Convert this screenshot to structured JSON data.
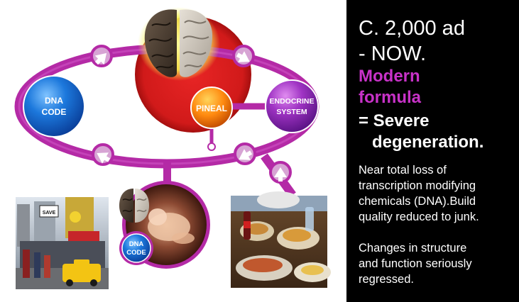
{
  "panel": {
    "period_line1": "C. 2,000 ad",
    "period_line2": "- NOW.",
    "formula_line1": "Modern",
    "formula_line2": "formula",
    "result_line1": "= Severe",
    "result_line2": "degeneration.",
    "body1_lines": [
      "Near total loss of",
      "transcription modifying",
      "chemicals (DNA).Build",
      "quality reduced to junk."
    ],
    "body2_lines": [
      "Changes in structure",
      "and function seriously",
      "regressed."
    ]
  },
  "diagram": {
    "dna_code_line1": "DNA",
    "dna_code_line2": "CODE",
    "pineal": "PINEAL",
    "endocrine_line1": "ENDOCRINE",
    "endocrine_line2": "SYSTEM",
    "small_dna_line1": "DNA",
    "small_dna_line2": "CODE",
    "street_sign": "SAVE",
    "colors": {
      "ring": "#b42aa6",
      "brain_glow": "#dd1a1a",
      "dna_node": "#1a73d9",
      "endocrine_node": "#a030c0",
      "pineal_node": "#ff8a10",
      "formula_text": "#c832c8"
    }
  }
}
